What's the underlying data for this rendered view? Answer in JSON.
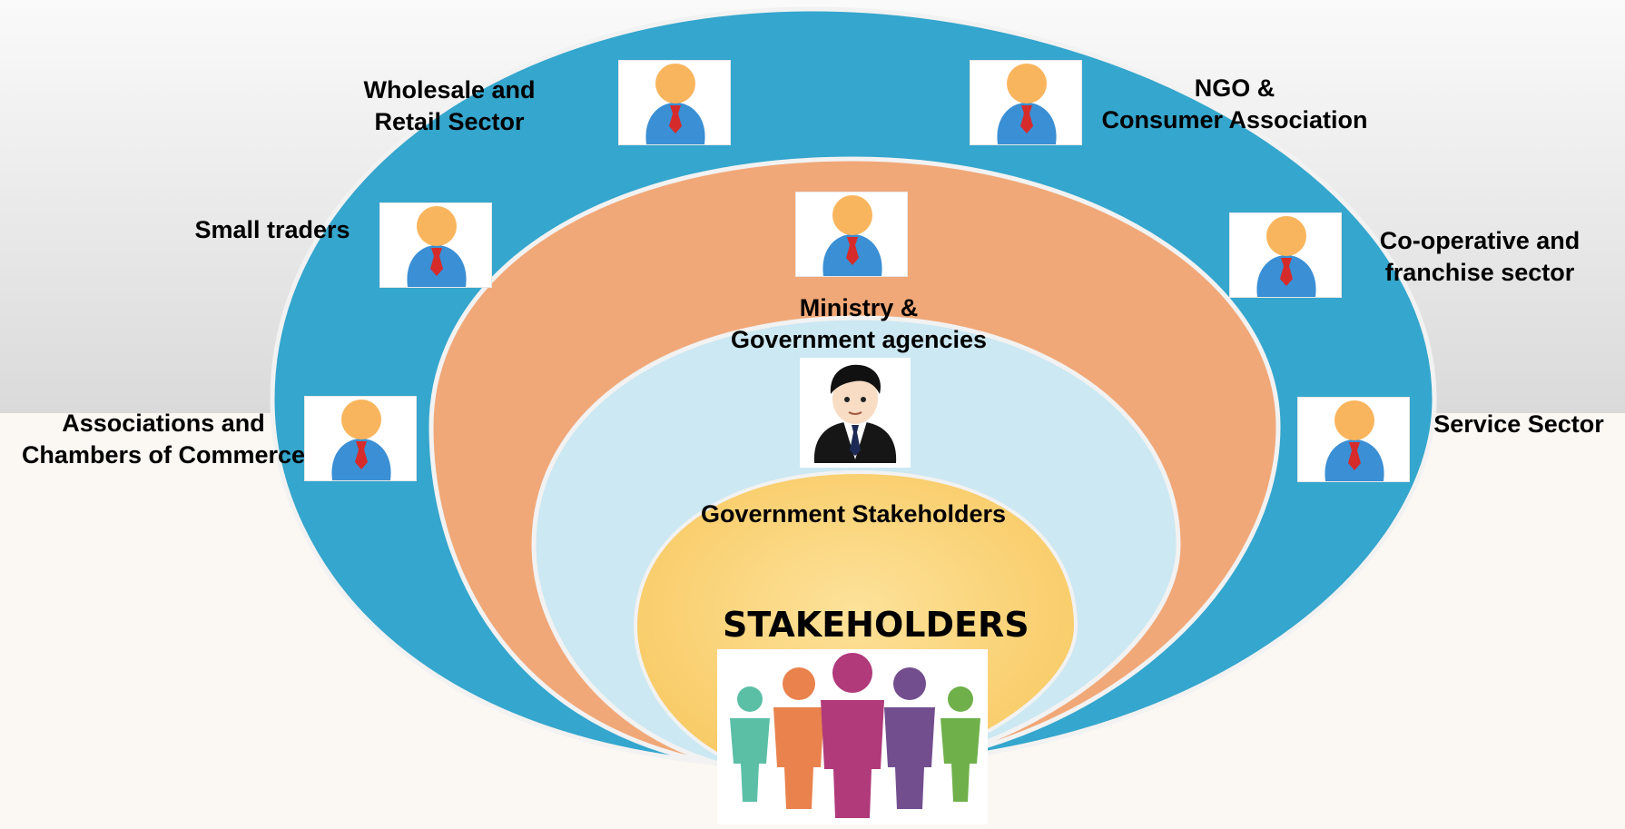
{
  "center_title": "STAKEHOLDERS",
  "government_stakeholders": "Government Stakeholders",
  "ministry": {
    "line1": "Ministry &",
    "line2": "Government agencies"
  },
  "outer_ring": {
    "wholesale": {
      "line1": "Wholesale and",
      "line2": "Retail Sector"
    },
    "ngo": {
      "line1": "NGO &",
      "line2": "Consumer Association"
    },
    "small_traders": "Small traders",
    "cooperative": {
      "line1": "Co-operative and",
      "line2": "franchise sector"
    },
    "associations": {
      "line1": "Associations and",
      "line2": "Chambers of Commerce"
    },
    "service": "Service Sector"
  },
  "colors": {
    "outer_ring": "#35a6cd",
    "middle_ring": "#f0a878",
    "inner_ring": "#cce8f2",
    "core": "#fad175",
    "avatar_head": "#f9b55d",
    "avatar_body": "#3b8fd4",
    "avatar_tie": "#d62b2b"
  },
  "icons": {
    "stakeholder": "person-avatar-icon",
    "official": "businessman-icon",
    "group": "people-group-icon"
  }
}
